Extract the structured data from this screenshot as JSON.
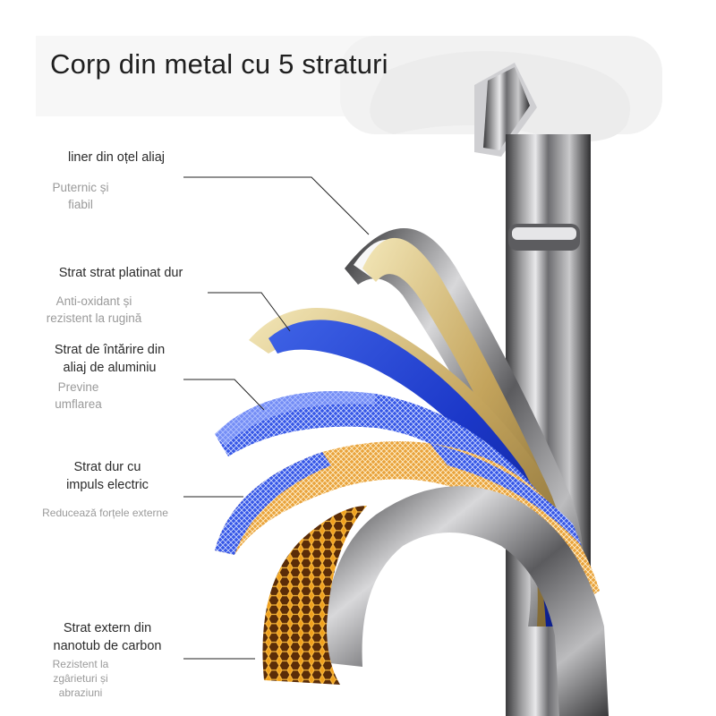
{
  "title": "Corp din metal cu 5 straturi",
  "layers": [
    {
      "name": "liner din oțel aliaj",
      "desc": [
        "Puternic și",
        "fiabil"
      ]
    },
    {
      "name": "Strat strat platinat dur",
      "desc": [
        "Anti-oxidant și",
        "rezistent la rugină"
      ]
    },
    {
      "name": [
        "Strat de întărire din",
        "aliaj de aluminiu"
      ],
      "desc": [
        "Previne",
        "umflarea"
      ]
    },
    {
      "name": [
        "Strat dur cu",
        "impuls electric"
      ],
      "desc": "Reducează forțele externe"
    },
    {
      "name": [
        "Strat extern din",
        "nanotub de carbon"
      ],
      "desc": [
        "Rezistent la",
        "zgârieturi și",
        "abraziuni"
      ]
    }
  ]
}
